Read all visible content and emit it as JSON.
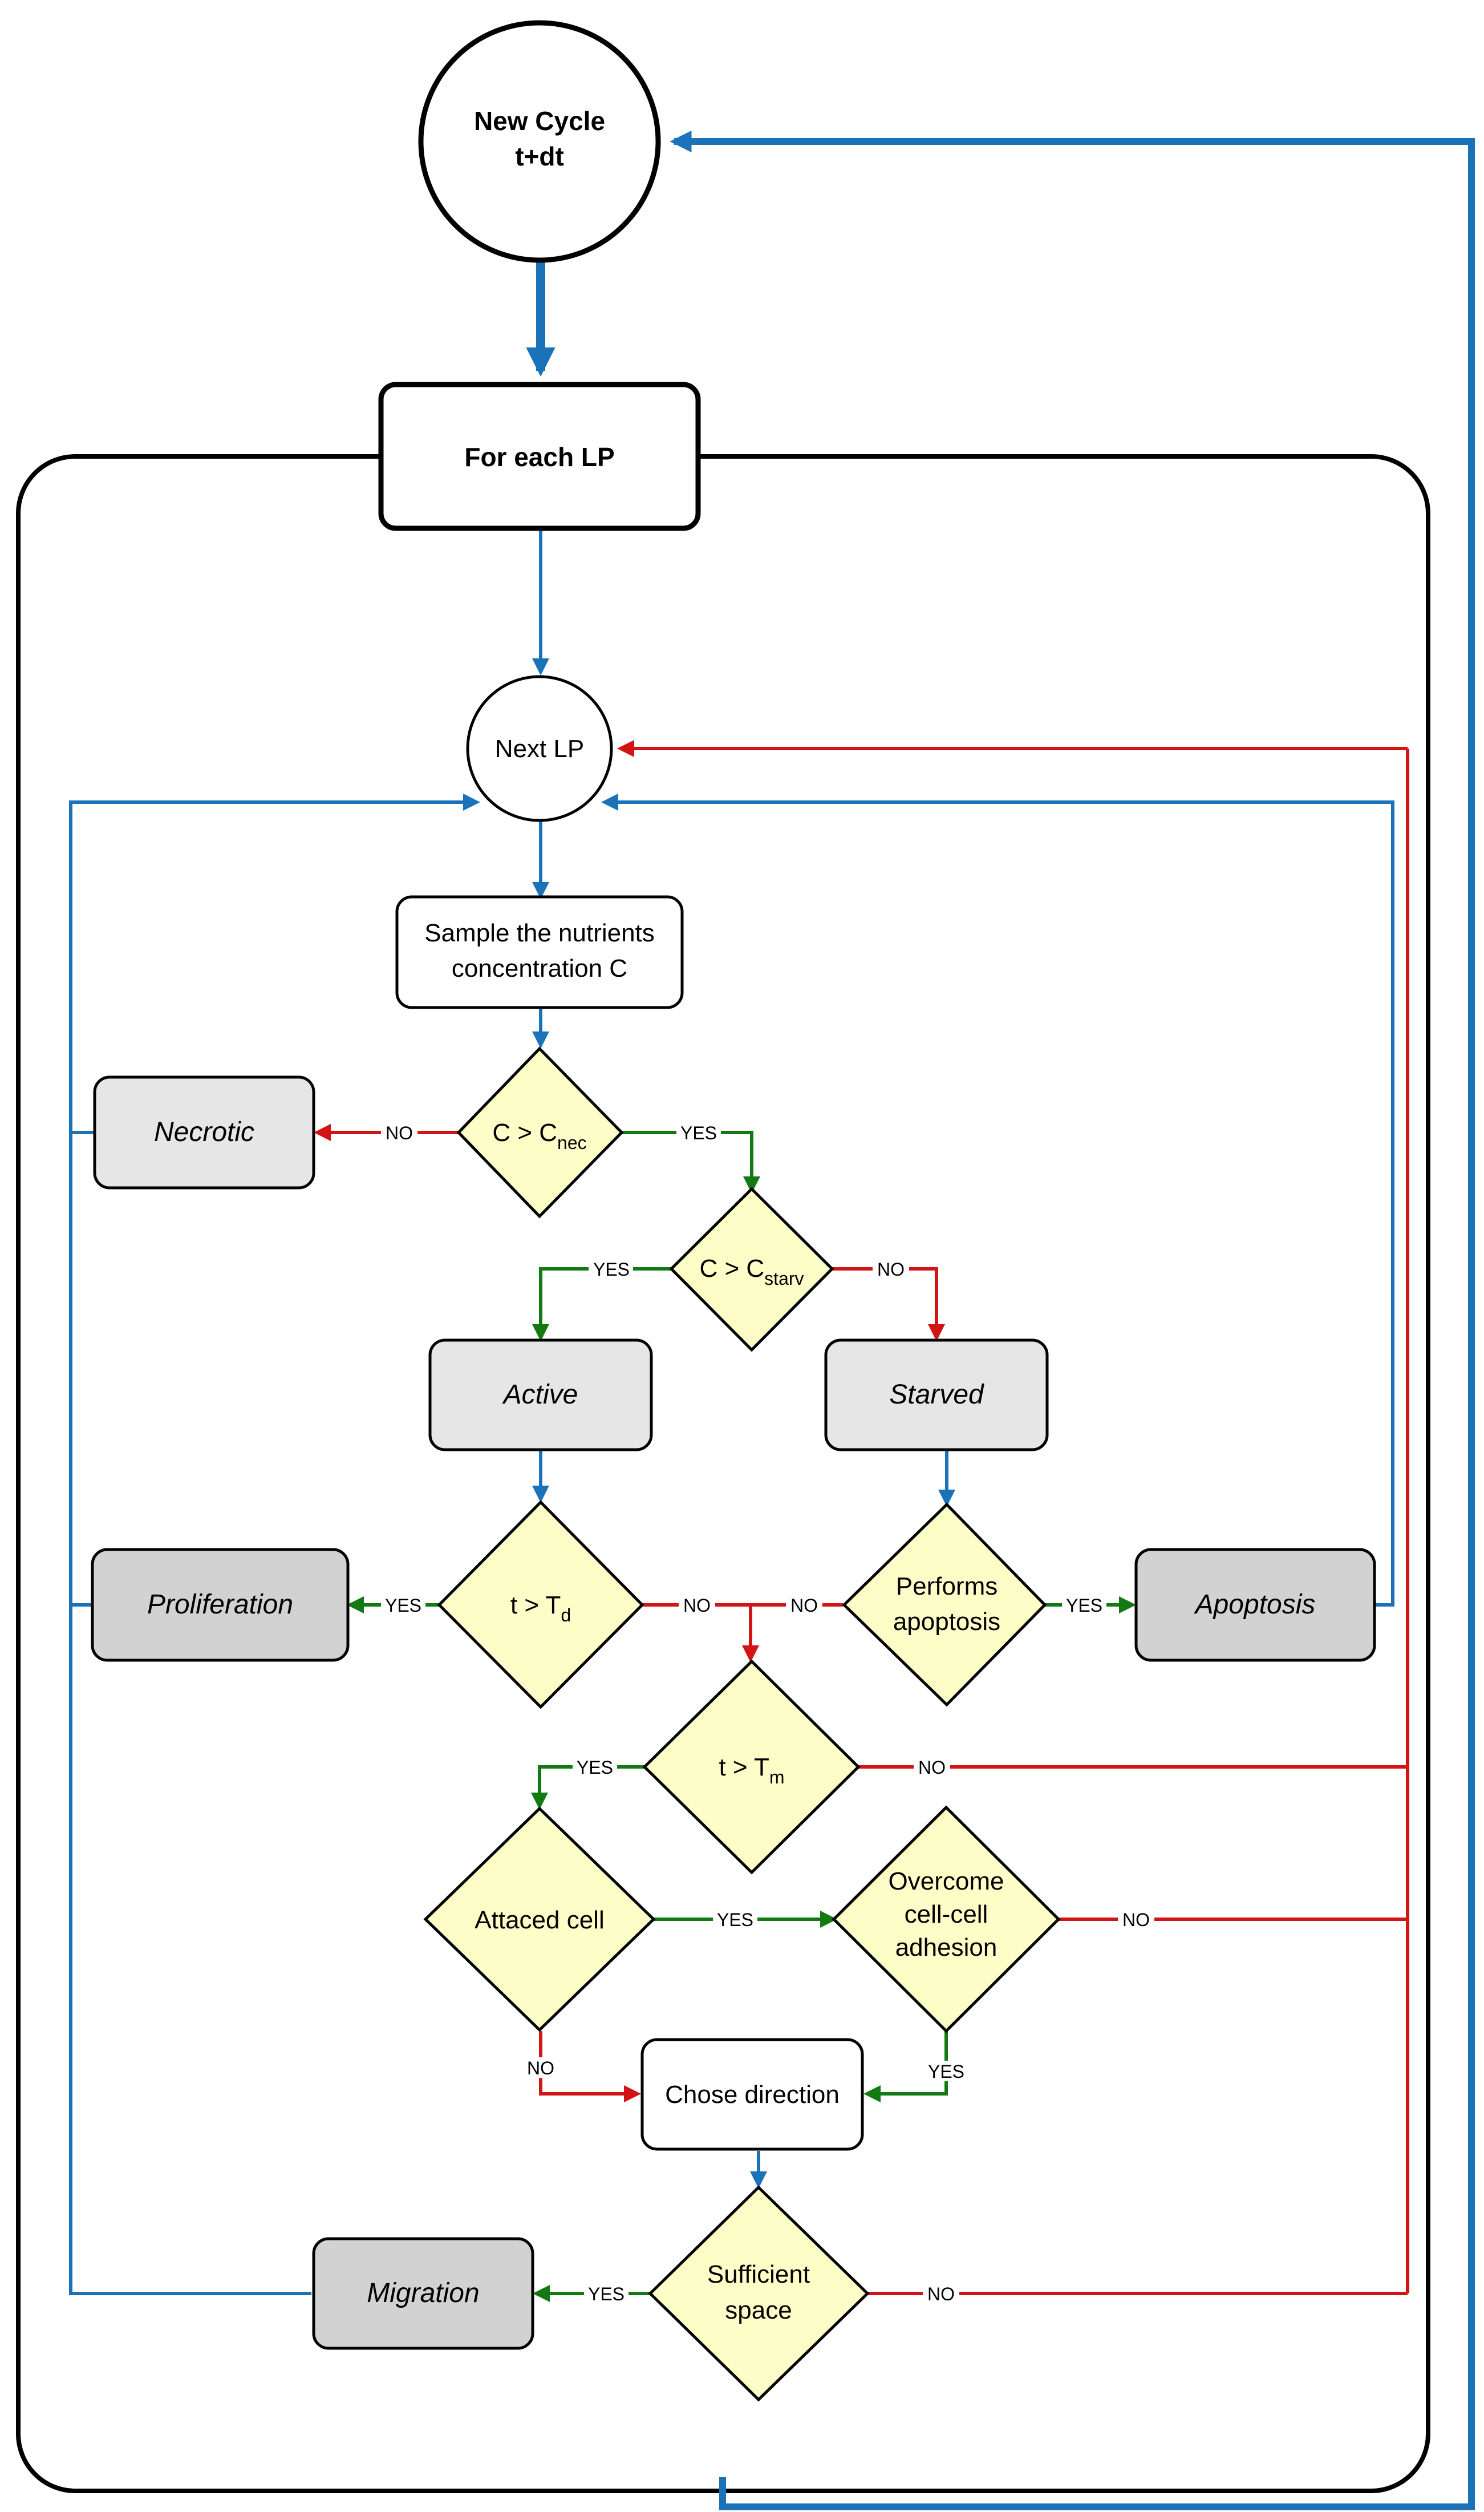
{
  "nodes": {
    "new_cycle": {
      "line1": "New Cycle",
      "line2": "t+dt"
    },
    "for_each": "For each LP",
    "next_lp": "Next LP",
    "sample": {
      "line1": "Sample the nutrients",
      "line2": "concentration C"
    },
    "c_nec": {
      "main": "C > C",
      "sub": "nec"
    },
    "c_starv": {
      "main": "C > C",
      "sub": "starv"
    },
    "necrotic": "Necrotic",
    "active": "Active",
    "starved": "Starved",
    "t_td": {
      "main": "t > T",
      "sub": "d"
    },
    "performs": {
      "line1": "Performs",
      "line2": "apoptosis"
    },
    "proliferation": "Proliferation",
    "apoptosis": "Apoptosis",
    "t_tm": {
      "main": "t > T",
      "sub": "m"
    },
    "attached": "Attaced cell",
    "overcome": {
      "line1": "Overcome",
      "line2": "cell-cell",
      "line3": "adhesion"
    },
    "chose": "Chose direction",
    "space": {
      "line1": "Sufficient",
      "line2": "space"
    },
    "migration": "Migration"
  },
  "edge_labels": {
    "yes": "YES",
    "no": "NO"
  },
  "colors": {
    "flow": "#1a73b8",
    "no": "#d21414",
    "yes": "#137a13",
    "decision_fill": "#fdfdc7",
    "state_light": "#e6e6e6",
    "state_dark": "#d2d2d2"
  }
}
